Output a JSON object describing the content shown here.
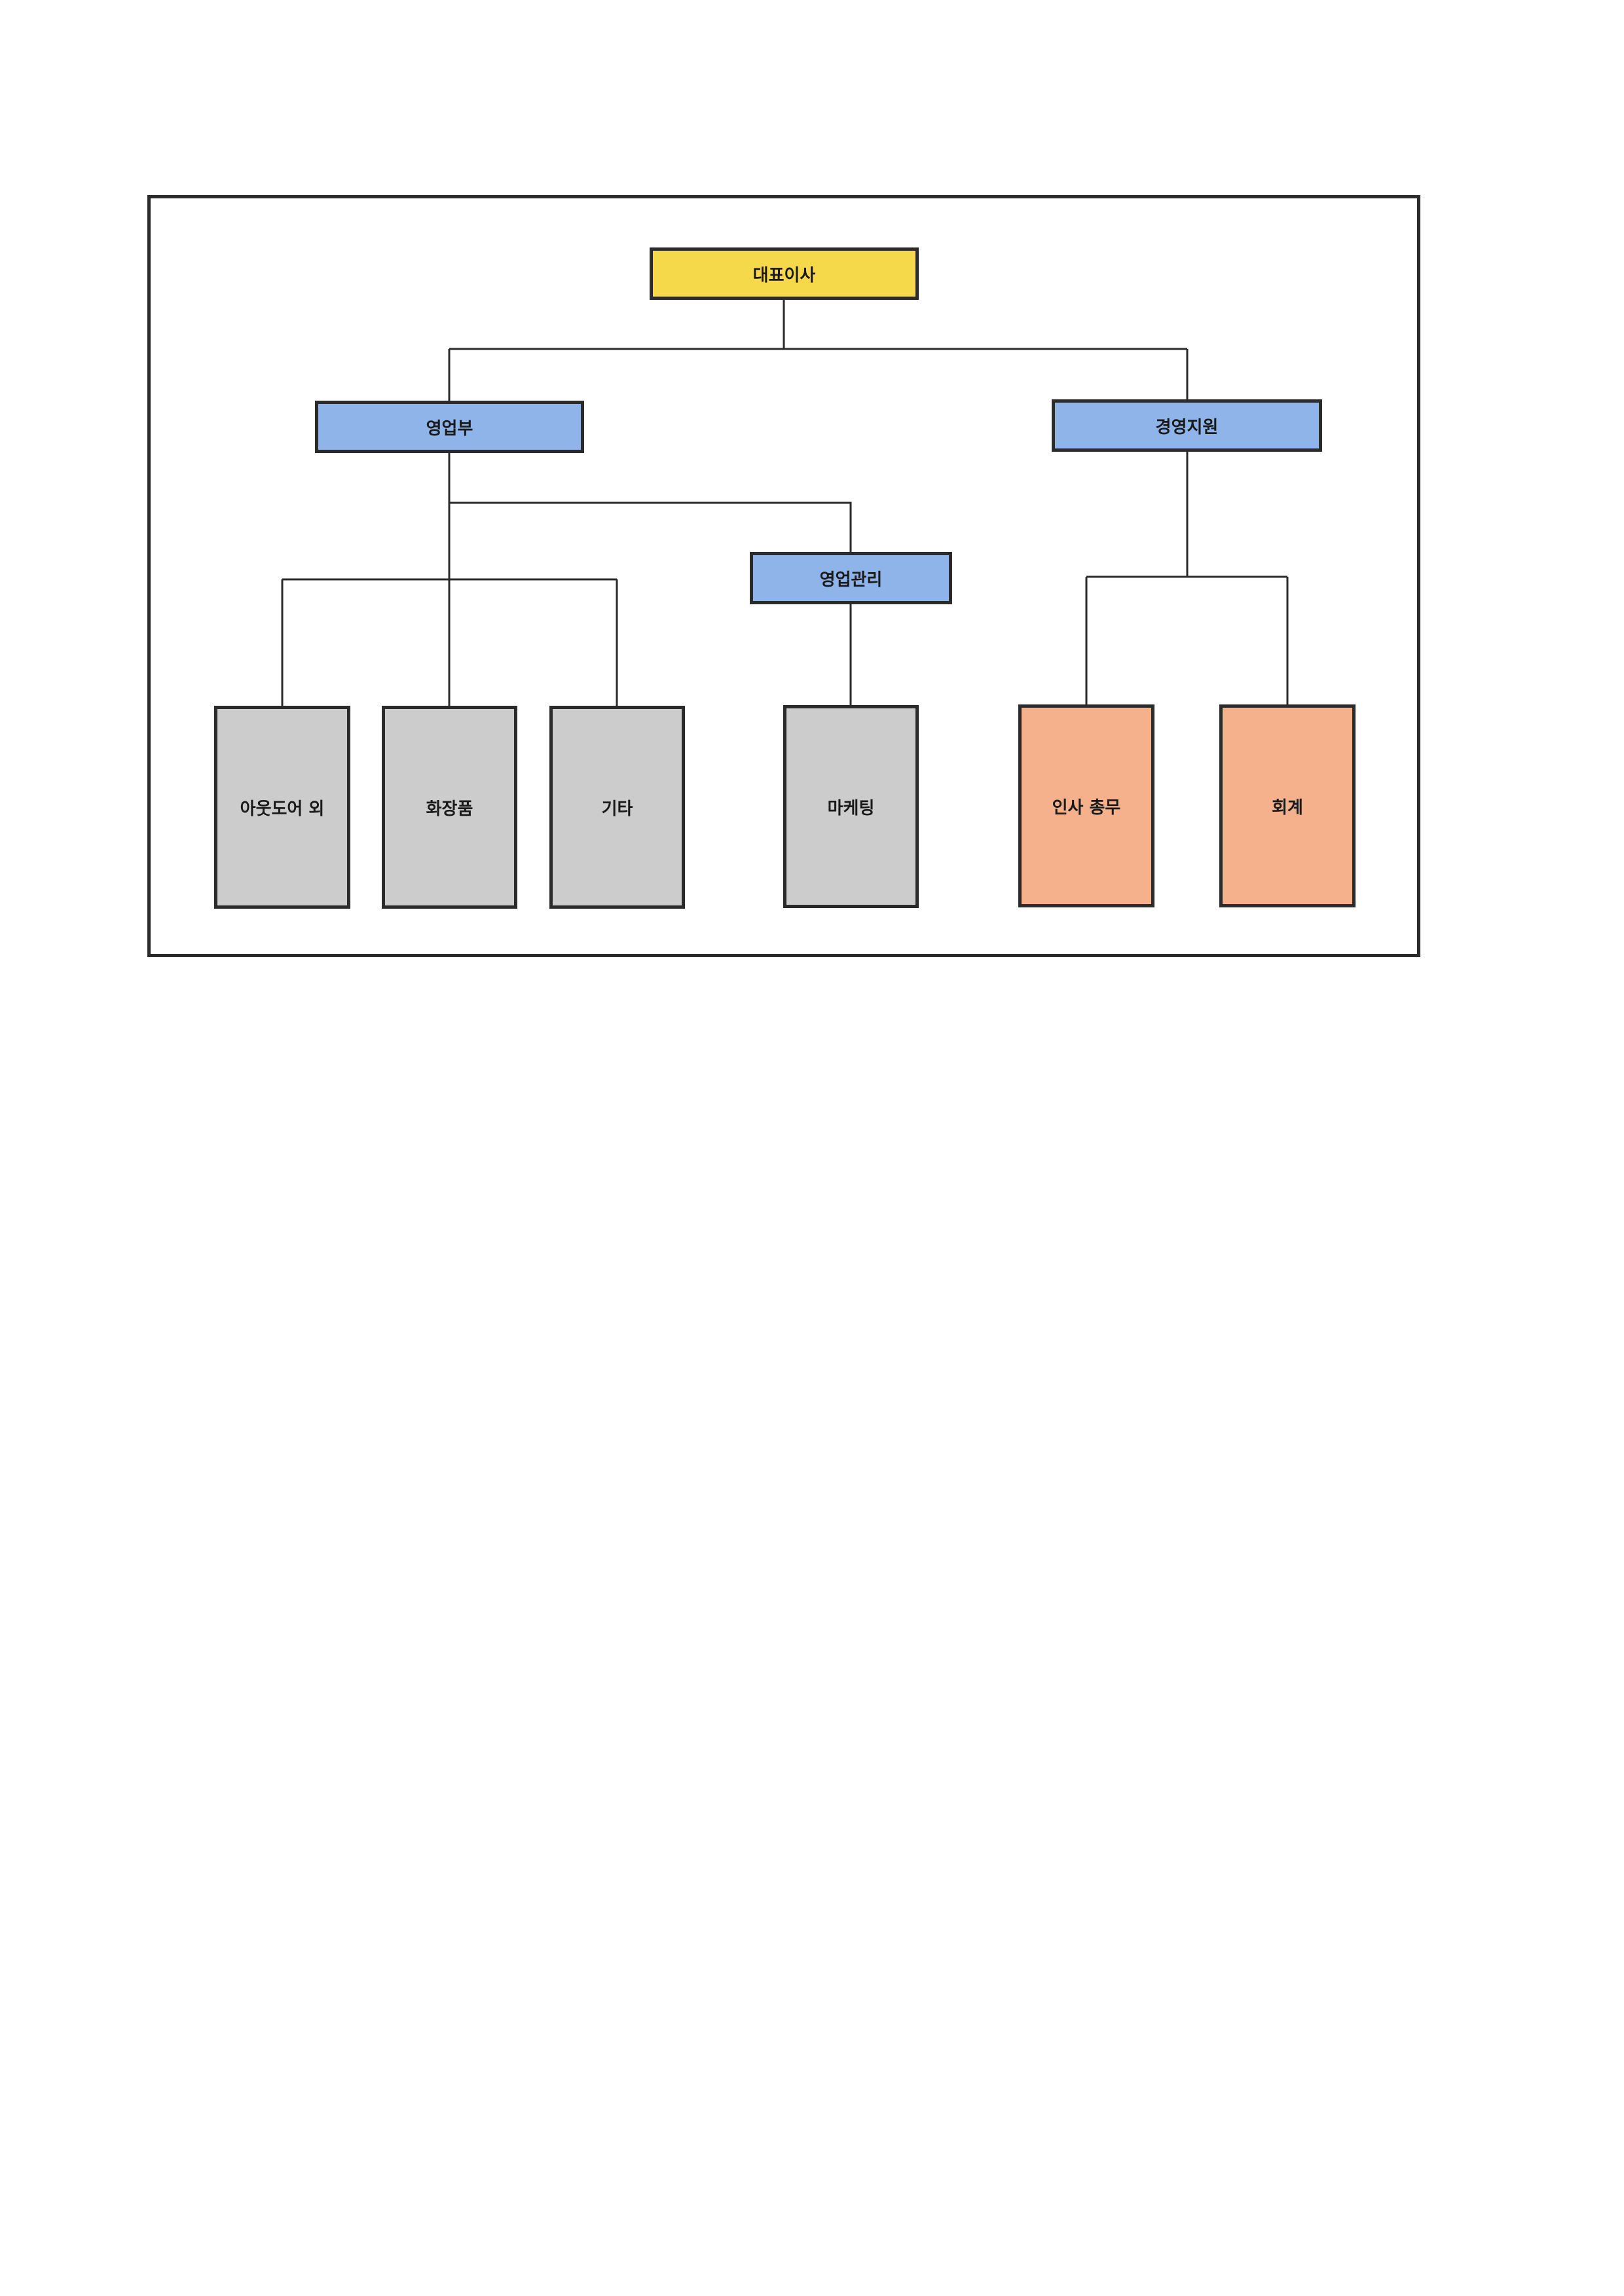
{
  "org_chart": {
    "ceo": "대표이사",
    "departments": {
      "sales": "영업부",
      "management_support": "경영지원",
      "sales_management": "영업관리"
    },
    "teams": {
      "outdoor": "아웃도어 외",
      "cosmetics": "화장품",
      "others": "기타",
      "marketing": "마케팅",
      "hr_general_affairs": "인사 총무",
      "accounting": "회계"
    }
  },
  "colors": {
    "ceo": "#f6d94a",
    "department": "#8fb4ea",
    "sales_team": "#cccccc",
    "admin_team": "#f5b08c",
    "border": "#2b2b2b"
  }
}
